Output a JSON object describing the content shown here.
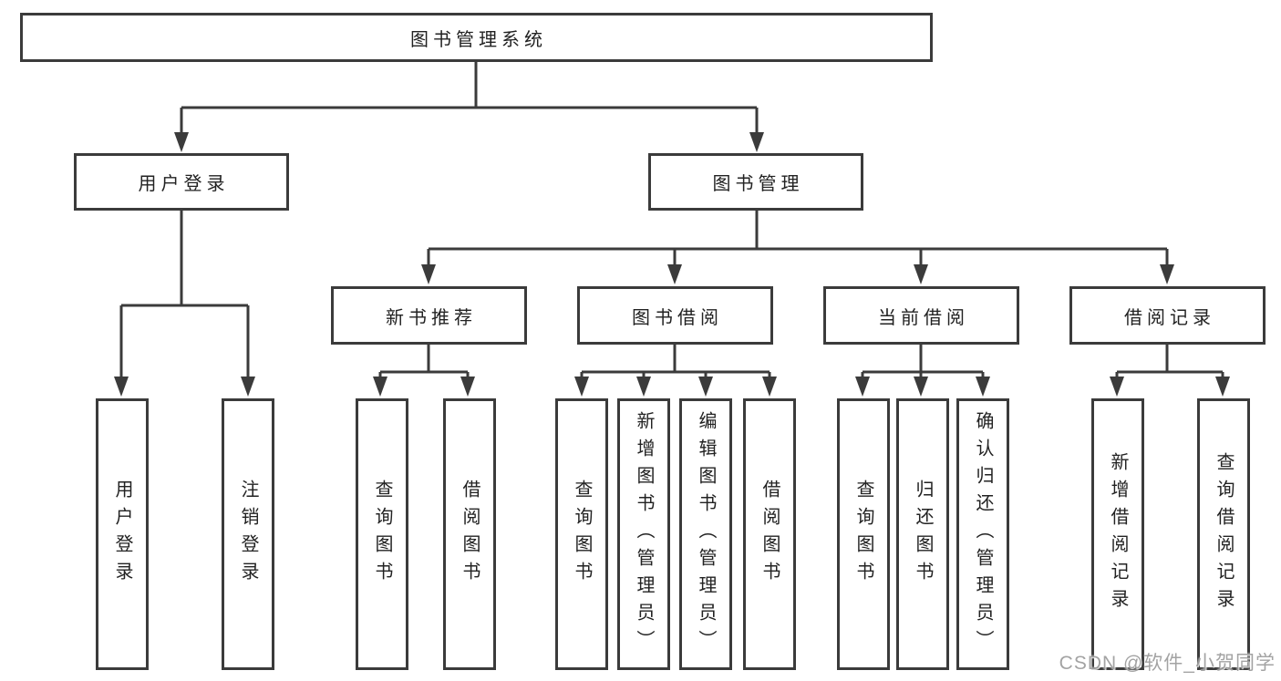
{
  "diagram": {
    "root": {
      "label": "图书管理系统"
    },
    "level2": [
      {
        "label": "用户登录"
      },
      {
        "label": "图书管理"
      }
    ],
    "level3": [
      {
        "label": "新书推荐"
      },
      {
        "label": "图书借阅"
      },
      {
        "label": "当前借阅"
      },
      {
        "label": "借阅记录"
      }
    ],
    "leaves": {
      "user_login": [
        "用户登录",
        "注销登录"
      ],
      "new_books": [
        "查询图书",
        "借阅图书"
      ],
      "book_borrow": [
        "查询图书",
        "新增图书（管理员）",
        "编辑图书（管理员）",
        "借阅图书"
      ],
      "current_borrow": [
        "查询图书",
        "归还图书",
        "确认归还（管理员）"
      ],
      "borrow_records": [
        "新增借阅记录",
        "查询借阅记录"
      ]
    },
    "colors": {
      "line": "#3b3b3b",
      "text": "#222222",
      "background": "#ffffff",
      "watermark": "#969696"
    },
    "watermark": "CSDN @软件_小贺同学"
  }
}
